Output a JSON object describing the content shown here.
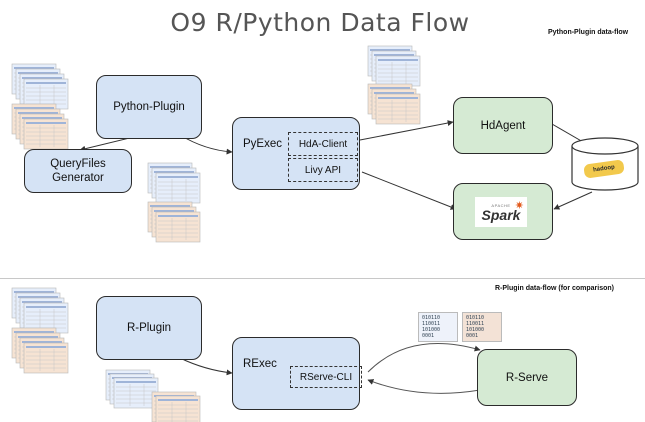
{
  "title": "O9 R/Python Data Flow",
  "captions": {
    "python": "Python-Plugin data-flow",
    "r": "R-Plugin data-flow (for comparison)"
  },
  "nodes": {
    "python_plugin": "Python-Plugin",
    "queryfiles_line1": "QueryFiles",
    "queryfiles_line2": "Generator",
    "pyexec": "PyExec",
    "hda_client": "HdA-Client",
    "livy_api": "Livy API",
    "hdagent": "HdAgent",
    "r_plugin": "R-Plugin",
    "rexec": "RExec",
    "rserve_cli": "RServe-CLI",
    "rserve": "R-Serve"
  },
  "logos": {
    "spark": "Spark",
    "apache": "APACHE",
    "hadoop": "hadoop"
  },
  "colors": {
    "node_blue": "#d5e3f5",
    "node_green": "#d5ead3",
    "sheet_blue": "#e6eefb",
    "sheet_orange": "#f6e3d3"
  }
}
